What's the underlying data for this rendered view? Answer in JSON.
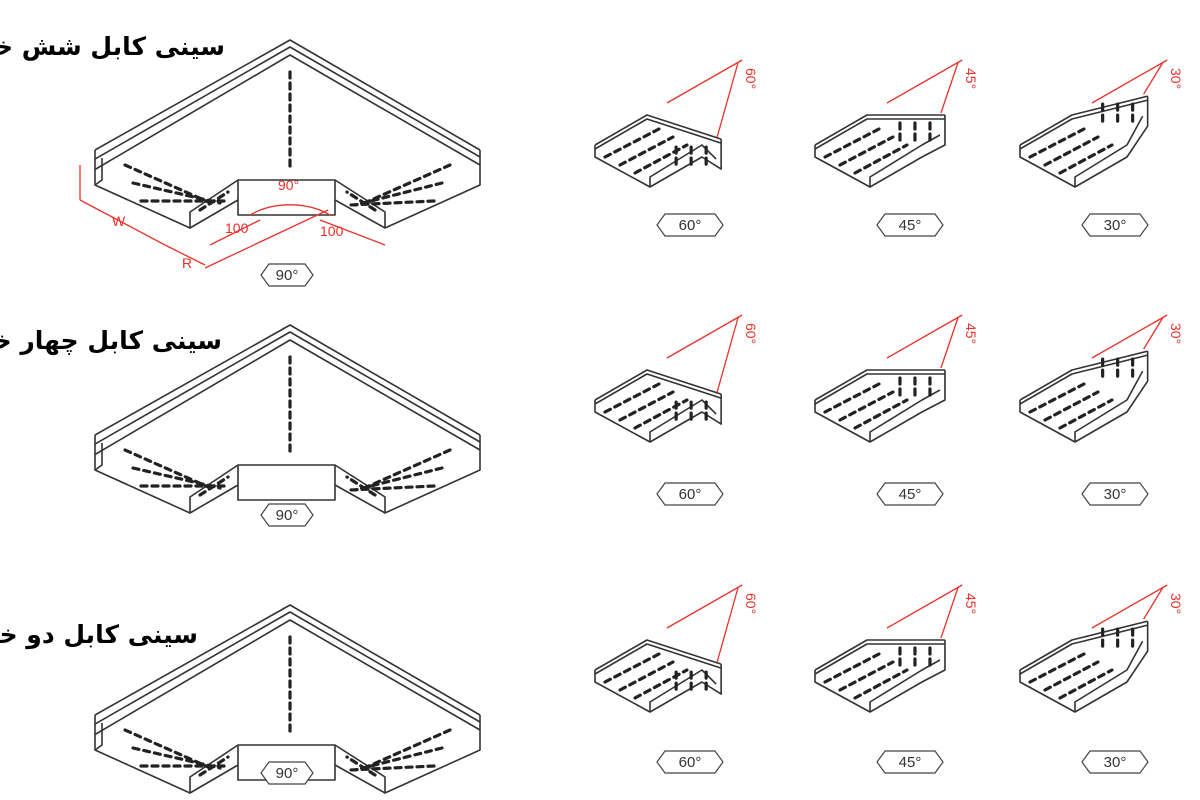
{
  "rows": [
    {
      "title": "سینی کابل شش خم",
      "main_label": "90°",
      "dimensions": {
        "angle": "90°",
        "left_length": "100",
        "right_length": "100",
        "width": "W",
        "radius": "R"
      },
      "bends": [
        {
          "angle": 60,
          "annotation": "60°",
          "label": "60°"
        },
        {
          "angle": 45,
          "annotation": "45°",
          "label": "45°"
        },
        {
          "angle": 30,
          "annotation": "30°",
          "label": "30°"
        }
      ]
    },
    {
      "title": "سینی کابل چهار خم",
      "main_label": "90°",
      "bends": [
        {
          "angle": 60,
          "annotation": "60°",
          "label": "60°"
        },
        {
          "angle": 45,
          "annotation": "45°",
          "label": "45°"
        },
        {
          "angle": 30,
          "annotation": "30°",
          "label": "30°"
        }
      ]
    },
    {
      "title": "سینی کابل دو خم",
      "main_label": "90°",
      "bends": [
        {
          "angle": 60,
          "annotation": "60°",
          "label": "60°"
        },
        {
          "angle": 45,
          "annotation": "45°",
          "label": "45°"
        },
        {
          "angle": 30,
          "annotation": "30°",
          "label": "30°"
        }
      ]
    }
  ],
  "colors": {
    "dimension": "#e8322b",
    "line": "#333333"
  }
}
